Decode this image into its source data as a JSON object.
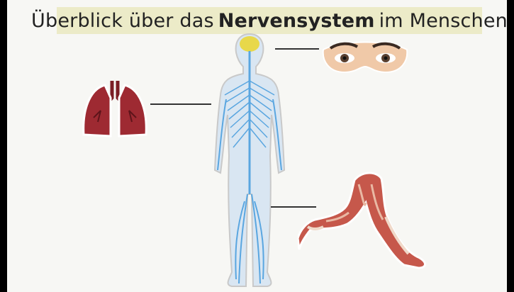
{
  "title": {
    "before": "Überblick über das",
    "highlight": "Nervensystem",
    "after": "im Menschen"
  },
  "images": {
    "lungs": "lungs-illustration",
    "body": "human-nervous-system-illustration",
    "eyes": "eyes-illustration",
    "leg": "leg-muscle-illustration"
  },
  "colors": {
    "title_background": "#ecebc8",
    "nerve_blue": "#5aa6e0",
    "body_fill": "#d9e6f2",
    "brain_yellow": "#e8d84a",
    "lung_red": "#9e2a32",
    "muscle_red": "#c6584b"
  }
}
